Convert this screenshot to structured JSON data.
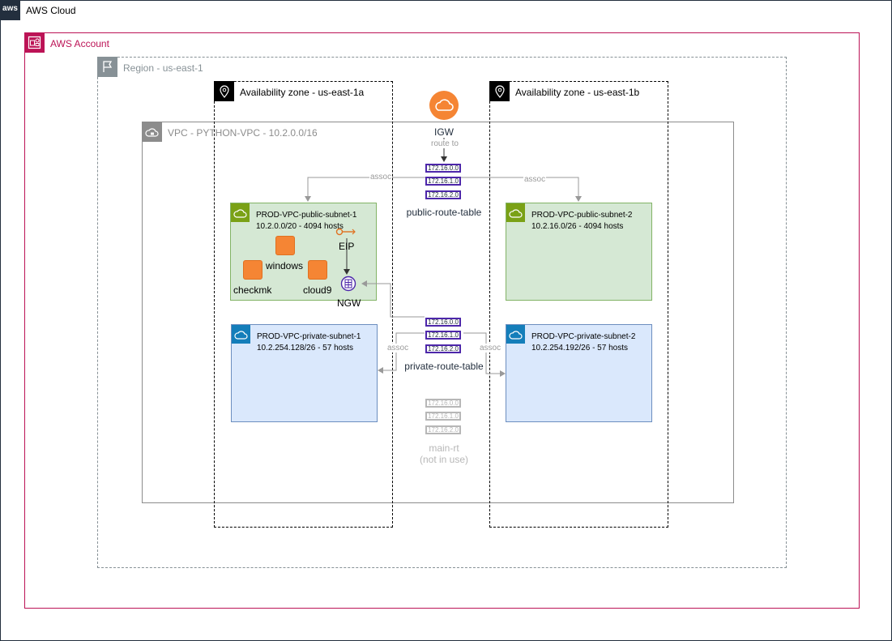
{
  "colors": {
    "aws_cloud": "#232f3e",
    "account": "#bc1356",
    "region": "#879196",
    "vpc": "#8c8c8c",
    "public_subnet_fill": "#d5e8d4",
    "public_subnet_border": "#7aa116",
    "private_subnet_fill": "#dae8fc",
    "private_subnet_border": "#147eba",
    "compute": "#f58534",
    "route_table": "#4d27aa",
    "connector": "#999999"
  },
  "cloud": {
    "label": "AWS Cloud",
    "icon": "aws-logo-icon"
  },
  "account": {
    "label": "AWS Account",
    "icon": "account-icon"
  },
  "region": {
    "label": "Region - us-east-1",
    "icon": "region-flag-icon"
  },
  "az_a": {
    "label": "Availability zone - us-east-1a",
    "icon": "location-pin-icon"
  },
  "az_b": {
    "label": "Availability zone - us-east-1b",
    "icon": "location-pin-icon"
  },
  "vpc": {
    "label": "VPC - PYTHON-VPC - 10.2.0.0/16",
    "icon": "vpc-cloud-lock-icon"
  },
  "igw": {
    "label": "IGW",
    "route_label": "route to",
    "icon": "internet-gateway-icon"
  },
  "public_rt": {
    "label": "public-route-table",
    "routes": [
      "172.16.0.0",
      "172.16.1.0",
      "172.16.2.0"
    ]
  },
  "private_rt": {
    "label": "private-route-table",
    "routes": [
      "172.16.0.0",
      "172.16.1.0",
      "172.16.2.0"
    ]
  },
  "main_rt": {
    "label": "main-rt",
    "sublabel": "(not in use)",
    "routes": [
      "172.16.0.0",
      "172.16.1.0",
      "172.16.2.0"
    ]
  },
  "assoc_label": "assoc",
  "public_subnet_1": {
    "name": "PROD-VPC-public-subnet-1",
    "cidr": "10.2.0.0/20 - 4094 hosts"
  },
  "public_subnet_2": {
    "name": "PROD-VPC-public-subnet-2",
    "cidr": "10.2.16.0/26 - 4094 hosts"
  },
  "private_subnet_1": {
    "name": "PROD-VPC-private-subnet-1",
    "cidr": "10.2.254.128/26 - 57 hosts"
  },
  "private_subnet_2": {
    "name": "PROD-VPC-private-subnet-2",
    "cidr": "10.2.254.192/26 - 57 hosts"
  },
  "instances": {
    "windows": "windows",
    "checkmk": "checkmk",
    "cloud9": "cloud9"
  },
  "eip": {
    "label": "EIP",
    "icon": "elastic-ip-icon"
  },
  "ngw": {
    "label": "NGW",
    "icon": "nat-gateway-icon"
  }
}
